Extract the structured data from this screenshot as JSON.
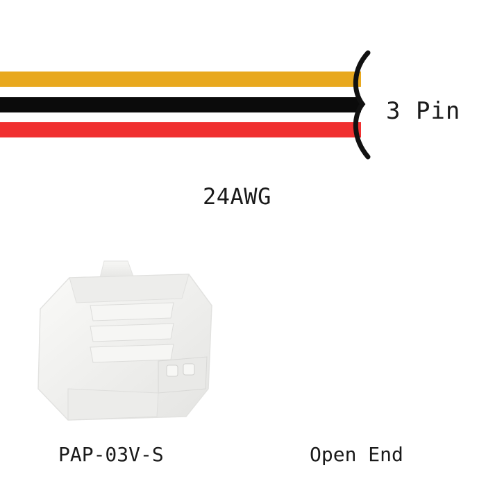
{
  "diagram": {
    "pin_count_label": "3 Pin",
    "wire_gauge_label": "24AWG",
    "connector_label": "PAP-03V-S",
    "other_end_label": "Open End"
  },
  "wires": [
    {
      "color_name": "yellow",
      "color": "#E8A81E"
    },
    {
      "color_name": "black",
      "color": "#0B0B0B"
    },
    {
      "color_name": "red",
      "color": "#F03030"
    }
  ],
  "colors": {
    "connector_body": "#F1F1EF",
    "brace": "#111111",
    "text": "#1a1a1a"
  },
  "icons": [
    "brace-icon",
    "connector-icon"
  ]
}
